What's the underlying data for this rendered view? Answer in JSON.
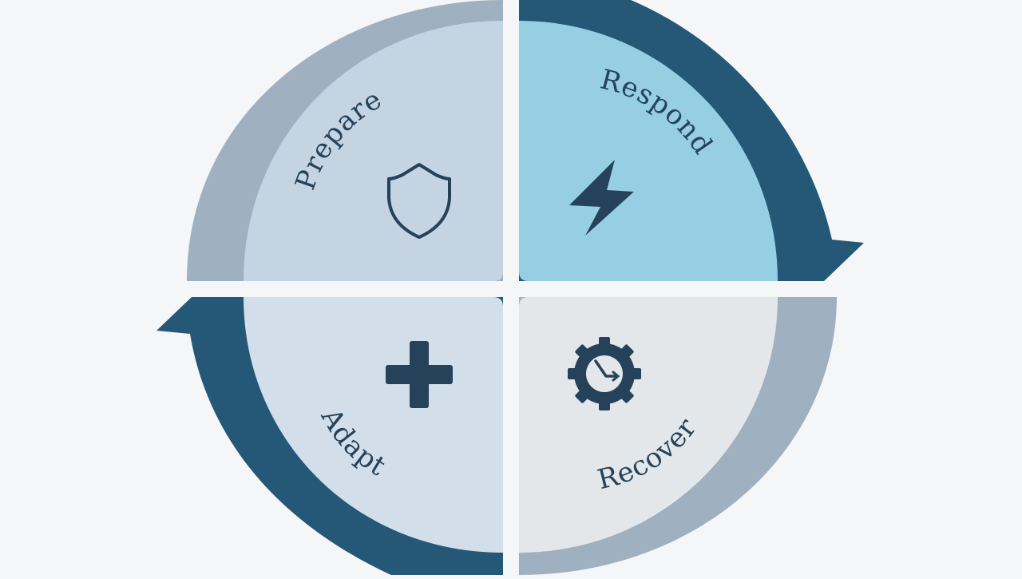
{
  "phases": {
    "prepare": {
      "label": "Prepare",
      "icon": "shield-icon"
    },
    "respond": {
      "label": "Respond",
      "icon": "lightning-bolt-icon"
    },
    "adapt": {
      "label": "Adapt",
      "icon": "plus-icon"
    },
    "recover": {
      "label": "Recover",
      "icon": "gear-clock-icon"
    }
  },
  "colors": {
    "background": "#f5f6f7",
    "ring_dark": "#245876",
    "ring_gray": "#9fb0c0",
    "prepare_fill": "#c4d4e2",
    "respond_fill": "#96cfe4",
    "adapt_fill": "#d2dfeb",
    "recover_fill": "#e4e7ea",
    "ink": "#25425a"
  }
}
